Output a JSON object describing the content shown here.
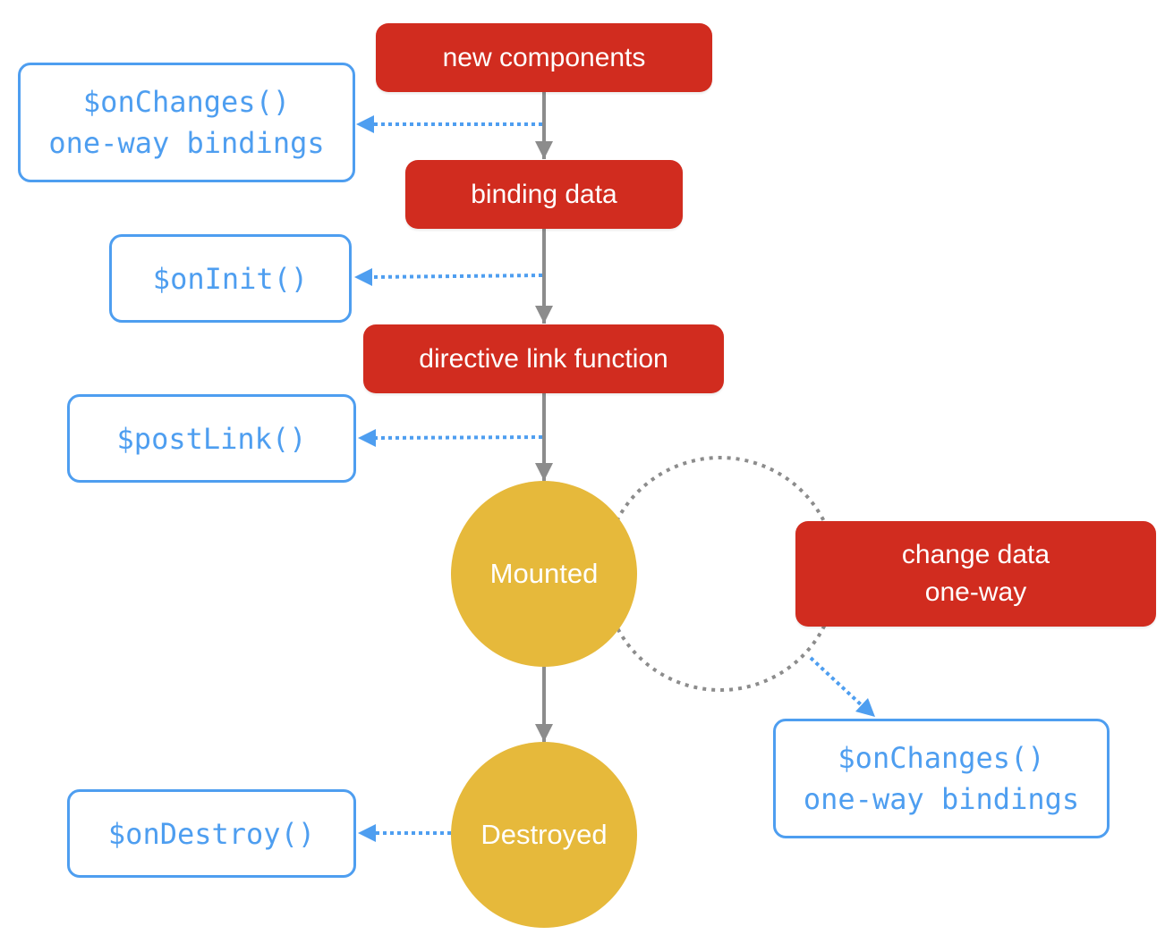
{
  "colors": {
    "process": "#d12c1f",
    "hook": "#4e9ef0",
    "state": "#e6b93b",
    "flow_arrow": "#8c8c8c",
    "cycle_ring": "#8c8c8c"
  },
  "nodes": {
    "new_components": "new components",
    "binding_data": "binding data",
    "directive_link": "directive link function",
    "mounted": "Mounted",
    "destroyed": "Destroyed",
    "change_data": {
      "line1": "change data",
      "line2": "one-way"
    }
  },
  "hooks": {
    "on_changes_top": {
      "line1": "$onChanges()",
      "line2": "one-way bindings"
    },
    "on_init": "$onInit()",
    "post_link": "$postLink()",
    "on_destroy": "$onDestroy()",
    "on_changes_right": {
      "line1": "$onChanges()",
      "line2": "one-way bindings"
    }
  }
}
